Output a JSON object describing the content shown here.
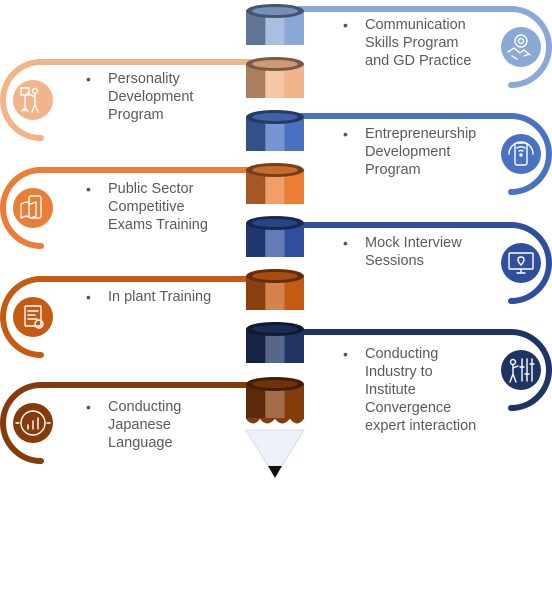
{
  "items": [
    {
      "side": "right",
      "text": "Communication\nSkills Program\nand GD Practice",
      "color": "#8aa9d6",
      "icon": "handshake-gear-icon"
    },
    {
      "side": "left",
      "text": "Personality\nDevelopment\nProgram",
      "color": "#f2b48a",
      "icon": "presenter-person-icon"
    },
    {
      "side": "right",
      "text": "Entrepreneurship\nDevelopment\nProgram",
      "color": "#4a72c2",
      "icon": "smartphone-headset-icon"
    },
    {
      "side": "left",
      "text": "Public Sector\nCompetitive\nExams Training",
      "color": "#ec7d36",
      "icon": "phone-map-icon"
    },
    {
      "side": "right",
      "text": "Mock Interview\nSessions",
      "color": "#2f4f9e",
      "icon": "monitor-location-icon"
    },
    {
      "side": "left",
      "text": "In plant Training",
      "color": "#c55a12",
      "icon": "document-gear-icon"
    },
    {
      "side": "right",
      "text": "Conducting\nIndustry to\nInstitute\nConvergence\nexpert interaction",
      "color": "#1e3463",
      "icon": "person-sliders-icon"
    },
    {
      "side": "left",
      "text": "Conducting\nJapanese\nLanguage",
      "color": "#843c0b",
      "icon": "chart-circle-icon"
    }
  ]
}
